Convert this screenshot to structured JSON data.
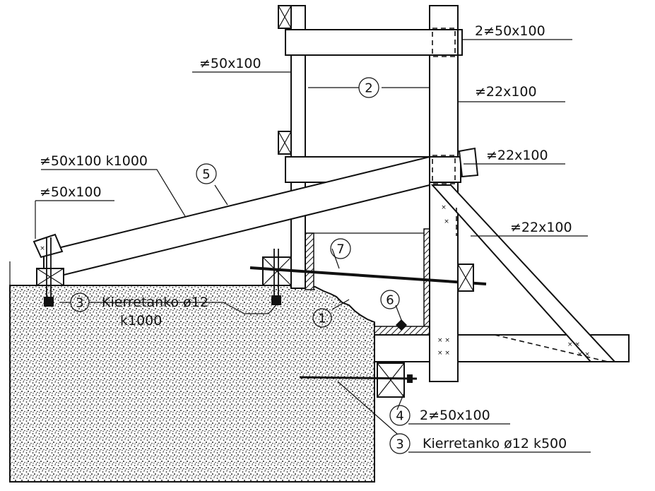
{
  "labels": {
    "top_right_member": "2≠50x100",
    "left_post": "≠50x100",
    "right_post": "≠22x100",
    "middle_right_member": "≠22x100",
    "brace_label": "≠50x100 k1000",
    "stake_label": "≠50x100",
    "diagonal_label": "≠22x100",
    "rod_upper": "Kierretanko ø12",
    "rod_upper_spacing": "k1000",
    "bottom_member": "2≠50x100",
    "rod_lower": "Kierretanko ø12 k500"
  },
  "callouts": {
    "c1": "1",
    "c2": "2",
    "c3a": "3",
    "c3b": "3",
    "c4": "4",
    "c5": "5",
    "c6": "6",
    "c7": "7"
  }
}
